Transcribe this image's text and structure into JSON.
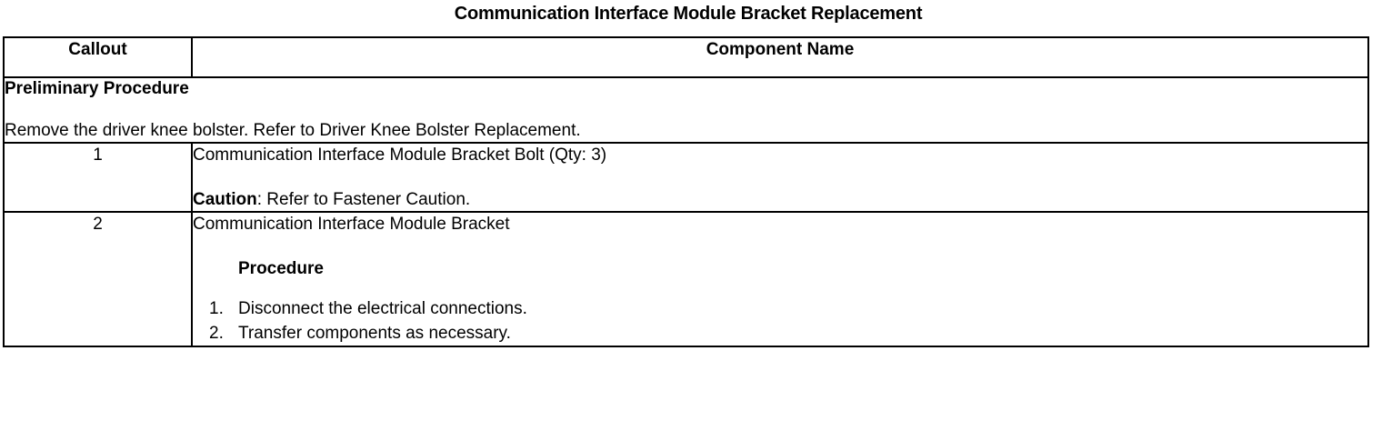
{
  "document": {
    "title": "Communication Interface Module Bracket Replacement"
  },
  "table": {
    "headers": {
      "callout": "Callout",
      "component_name": "Component Name"
    },
    "preliminary": {
      "heading": "Preliminary Procedure",
      "text": "Remove the driver knee bolster. Refer to Driver Knee Bolster Replacement."
    },
    "rows": [
      {
        "callout": "1",
        "component": "Communication Interface Module Bracket Bolt (Qty: 3)",
        "caution_label": "Caution",
        "caution_text": ": Refer to Fastener Caution."
      },
      {
        "callout": "2",
        "component": "Communication Interface Module Bracket",
        "procedure_heading": "Procedure",
        "steps": [
          {
            "number": "1.",
            "text": "Disconnect the electrical connections."
          },
          {
            "number": "2.",
            "text": "Transfer components as necessary."
          }
        ]
      }
    ]
  }
}
